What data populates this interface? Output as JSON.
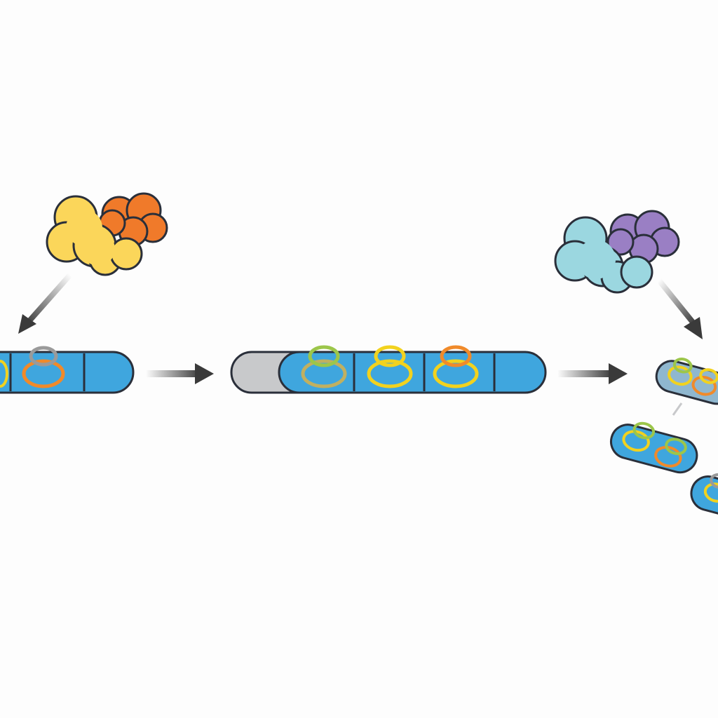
{
  "colors": {
    "background": "#fdfdfd",
    "outline": "#2a2f3a",
    "rod_blue": "#3fa6de",
    "rod_gray": "#c8c9cb",
    "arrow": "#3a3a3a",
    "enzyme1_main": "#fbd65a",
    "enzyme1_sub": "#f07a2a",
    "enzyme2_main": "#9bd7e0",
    "enzyme2_sub": "#9a7fc4",
    "ring_yellow": "#f2d21e",
    "ring_green": "#9cc64a",
    "ring_orange": "#f08a2a",
    "ring_gray": "#9a9a9a"
  },
  "icons": {
    "enzyme_left": "protein-cloud",
    "enzyme_right": "protein-cloud",
    "process_arrows": "right-arrow"
  }
}
